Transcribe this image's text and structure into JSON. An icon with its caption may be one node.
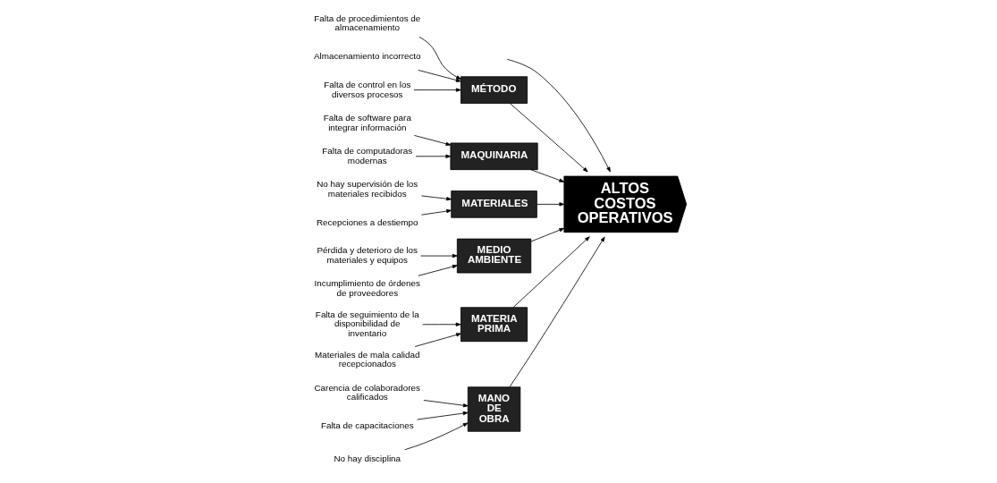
{
  "diagram": {
    "nodes": [
      {
        "text": [
          "MÉTODO"
        ]
      },
      {
        "text": [
          "MAQUINARIA"
        ]
      },
      {
        "text": [
          "MATERIALES"
        ]
      },
      {
        "text": [
          "Falta de procedimientos de almacenamiento"
        ]
      },
      {
        "text": [
          "Falta de software para integrar información"
        ]
      },
      {
        "text": [
          "No hay supervisión de los materiales recibidos"
        ]
      },
      {
        "text": [
          "Almacenamiento incorrecto"
        ]
      },
      {
        "text": [
          "Falta de computadoras modernas"
        ]
      },
      {
        "text": [
          "Recepciones a destiempo"
        ]
      },
      {
        "text": [
          "Falta de control en los diversos procesos"
        ]
      },
      {
        "text": [
          "ALTOS COSTOS OPERATIVOS"
        ]
      },
      {
        "text": [
          "Pérdida y deterioro de los materiales y equipos"
        ]
      },
      {
        "text": [
          "Falta de seguimiento de la disponibilidad de inventario"
        ]
      },
      {
        "text": [
          "Carencia de colaboradores calificados"
        ]
      },
      {
        "text": [
          "Falta de capacitaciones"
        ]
      },
      {
        "text": [
          "Materiales de mala calidad recepcionados"
        ]
      },
      {
        "text": [
          "Incumplimiento de órdenes de proveedores"
        ]
      },
      {
        "text": [
          "No hay disciplina"
        ]
      },
      {
        "text": [
          "MEDIO AMBIENTE"
        ]
      },
      {
        "text": [
          "MATERIA PRIMA"
        ]
      },
      {
        "text": [
          "MANO DE OBRA"
        ]
      }
    ],
    "edges": [
      {
        "from": 3,
        "to": 0,
        "arrow": "to"
      },
      {
        "from": 6,
        "to": 0,
        "arrow": "to"
      },
      {
        "from": 9,
        "to": 0,
        "arrow": "to"
      },
      {
        "from": 4,
        "to": 1,
        "arrow": "to"
      },
      {
        "from": 7,
        "to": 1,
        "arrow": "to"
      },
      {
        "from": 5,
        "to": 2,
        "arrow": "to"
      },
      {
        "from": 8,
        "to": 2,
        "arrow": "to"
      },
      {
        "from": 11,
        "to": 18,
        "arrow": "to"
      },
      {
        "from": 16,
        "to": 18,
        "arrow": "to"
      },
      {
        "from": 12,
        "to": 19,
        "arrow": "to"
      },
      {
        "from": 15,
        "to": 19,
        "arrow": "to"
      },
      {
        "from": 13,
        "to": 20,
        "arrow": "to"
      },
      {
        "from": 14,
        "to": 20,
        "arrow": "to"
      },
      {
        "from": 17,
        "to": 20,
        "arrow": "to"
      },
      {
        "from": null,
        "to": 10,
        "arrow": "to"
      },
      {
        "from": 0,
        "to": 10,
        "arrow": "to"
      },
      {
        "from": 1,
        "to": 10,
        "arrow": "to"
      },
      {
        "from": 2,
        "to": 10,
        "arrow": "to"
      },
      {
        "from": 18,
        "to": 10,
        "arrow": "to"
      },
      {
        "from": 19,
        "to": 10,
        "arrow": "to"
      },
      {
        "from": 20,
        "to": 10,
        "arrow": "to"
      }
    ]
  }
}
